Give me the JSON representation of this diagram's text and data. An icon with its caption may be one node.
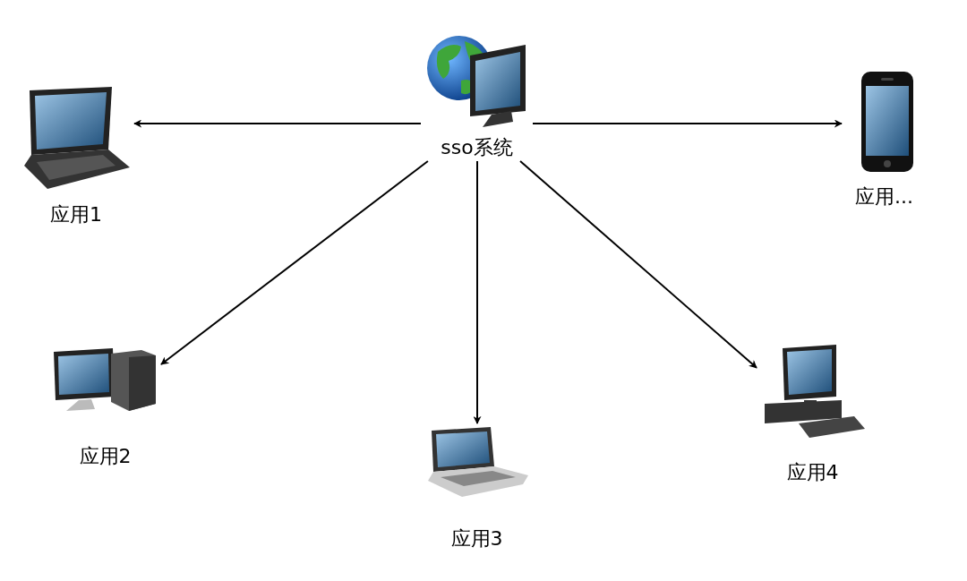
{
  "diagram": {
    "nodes": [
      {
        "text": [
          "sso系统"
        ]
      },
      {
        "text": [
          "应用1"
        ]
      },
      {
        "text": [
          "应用..."
        ]
      },
      {
        "text": [
          "应用2"
        ]
      },
      {
        "text": [
          "应用3"
        ]
      },
      {
        "text": [
          "应用4"
        ]
      }
    ],
    "edges": [
      {
        "from": 0,
        "to": 1,
        "arrow": "to"
      },
      {
        "from": 0,
        "to": 2,
        "arrow": "to"
      },
      {
        "from": 0,
        "to": 3,
        "arrow": "to"
      },
      {
        "from": 0,
        "to": 4,
        "arrow": "to"
      },
      {
        "from": 0,
        "to": 5,
        "arrow": "to"
      }
    ]
  }
}
